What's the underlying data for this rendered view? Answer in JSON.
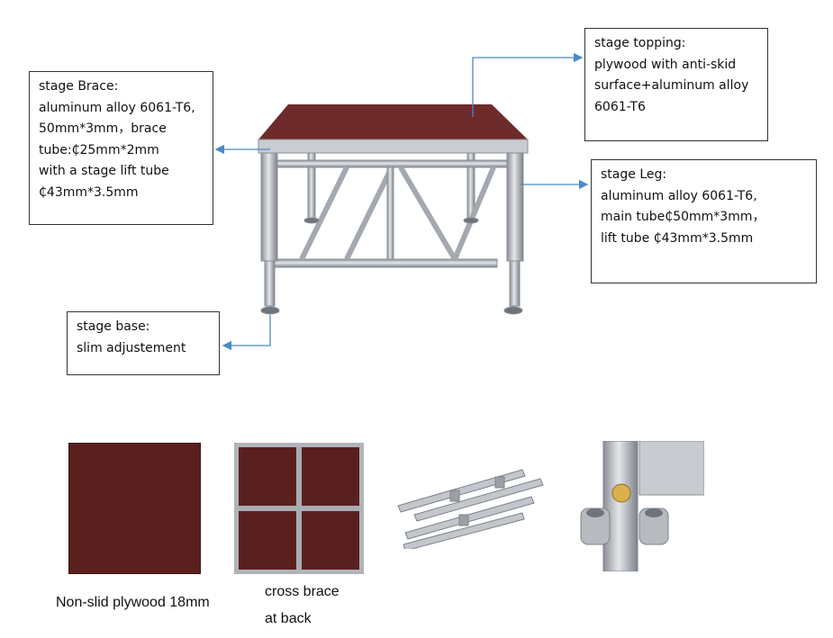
{
  "callouts": {
    "brace": {
      "lines": [
        "stage Brace:",
        "aluminum alloy 6061-T6,",
        "50mm*3mm，brace",
        "tube:₵25mm*2mm",
        "with a stage lift tube",
        "₵43mm*3.5mm"
      ]
    },
    "topping": {
      "lines": [
        "stage topping:",
        "plywood with anti-skid",
        "surface+aluminum alloy",
        "6061-T6"
      ]
    },
    "leg": {
      "lines": [
        "stage Leg:",
        "aluminum alloy 6061-T6,",
        "main tube₵50mm*3mm，",
        "lift tube ₵43mm*3.5mm"
      ]
    },
    "base": {
      "lines": [
        "stage base:",
        "slim adjustement"
      ]
    }
  },
  "captions": {
    "plywood": "Non-slid plywood 18mm",
    "cross_brace_1": "cross brace",
    "cross_brace_2": "at back"
  },
  "colors": {
    "deck": "#6e2b2b",
    "aluminum": "#b8bcc2",
    "arrow": "#4a8ac8"
  }
}
